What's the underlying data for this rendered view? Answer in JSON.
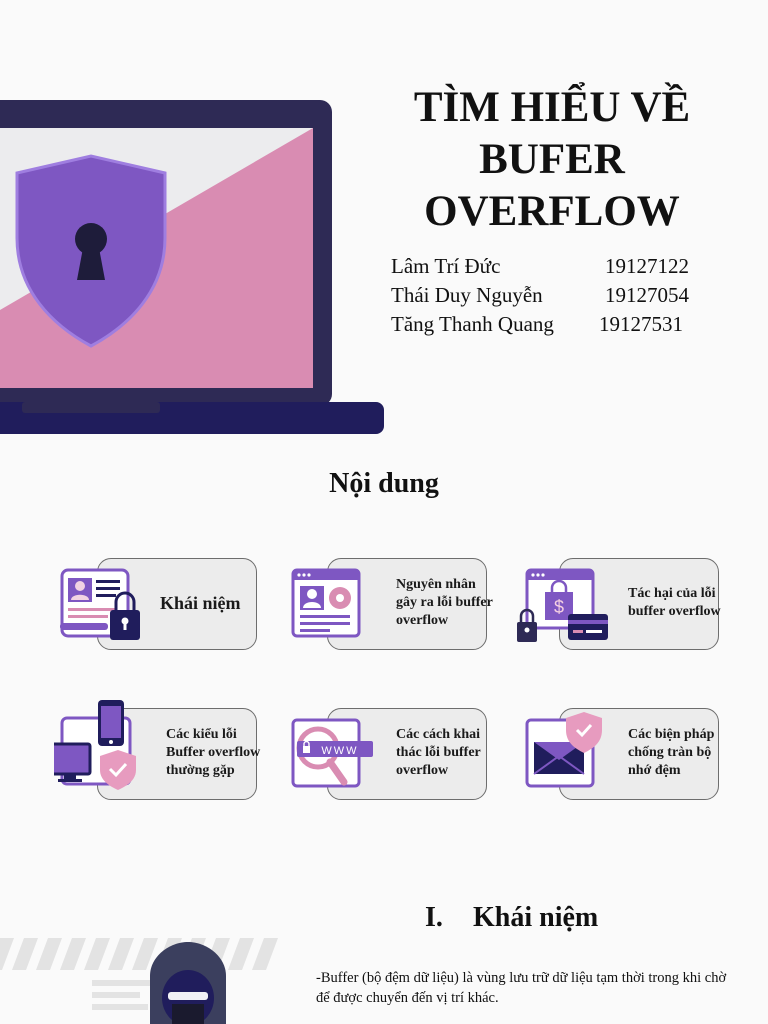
{
  "title_lines": [
    "TÌM HIỂU VỀ",
    "BUFER",
    "OVERFLOW"
  ],
  "authors": [
    {
      "name": "Lâm Trí Đức",
      "id": "19127122"
    },
    {
      "name": "Thái Duy Nguyễn",
      "id": "19127054"
    },
    {
      "name": "Tăng Thanh Quang",
      "id": "19127531"
    }
  ],
  "contents_heading": "Nội dung",
  "cards": [
    {
      "label": "Khái niệm",
      "icon": "profile-lock-icon"
    },
    {
      "label": "Nguyên nhân gây ra lỗi buffer overflow",
      "icon": "settings-profile-icon"
    },
    {
      "label": "Tác hại của lỗi buffer overflow",
      "icon": "shopping-card-icon"
    },
    {
      "label": "Các kiểu lỗi Buffer overflow thường gặp",
      "icon": "devices-shield-icon"
    },
    {
      "label": "Các cách khai thác lỗi buffer overflow",
      "icon": "www-search-icon"
    },
    {
      "label": "Các biện pháp chống tràn bộ nhớ đệm",
      "icon": "mail-shield-icon"
    }
  ],
  "section": {
    "number": "I.",
    "title": "Khái niệm"
  },
  "body_text": "-Buffer (bộ đệm dữ liệu) là vùng lưu trữ dữ liệu tạm thời trong khi chờ để được chuyển đến vị trí khác.",
  "colors": {
    "navy": "#2e2a55",
    "dark_blue": "#201d5c",
    "purple": "#7e57c2",
    "pink": "#d98cb2",
    "light_gray": "#ececec"
  }
}
